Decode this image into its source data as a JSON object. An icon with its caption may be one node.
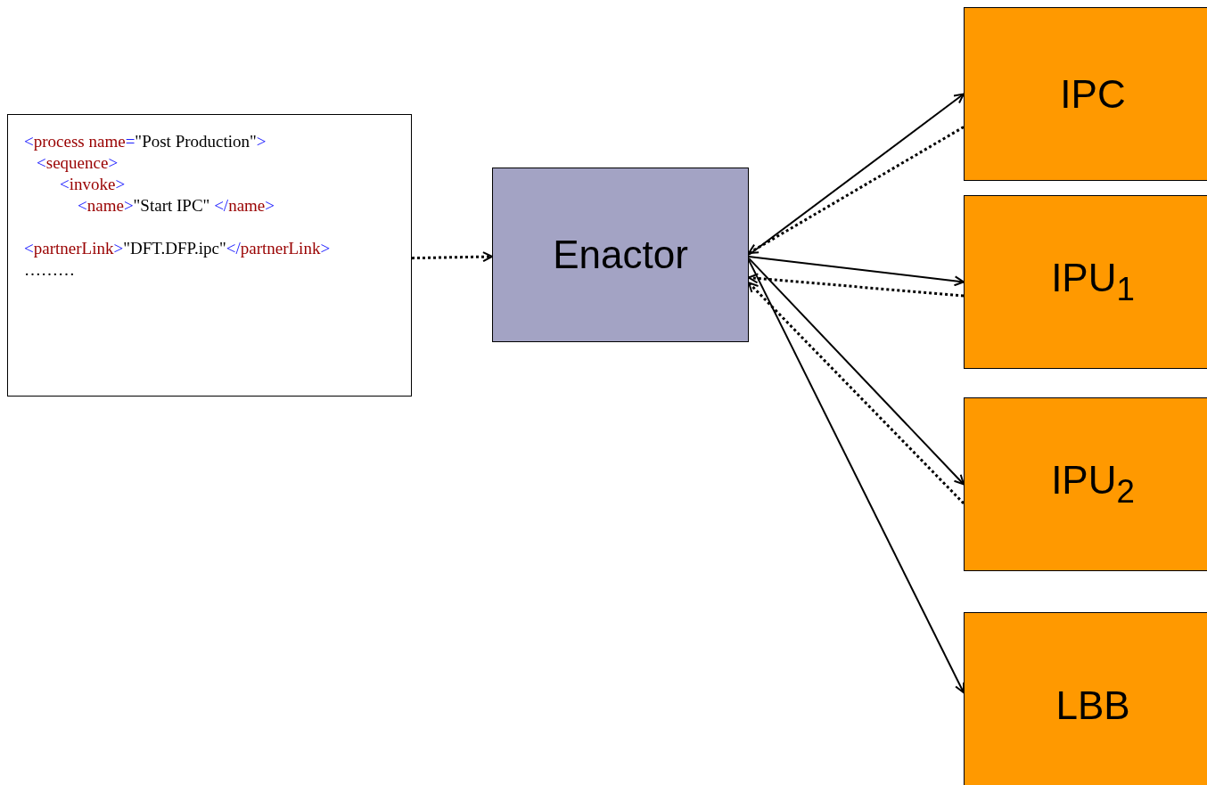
{
  "diagram": {
    "nodes": [
      {
        "text": [
          "<process name=\"Post Production\">",
          "<sequence>",
          "<invoke>",
          "<name>\"Start IPC\" </name>",
          "<partnerLink>\"DFT.DFP.ipc\"</partnerLink>",
          "………"
        ]
      },
      {
        "text": [
          "Enactor"
        ]
      },
      {
        "text": [
          "IPC"
        ]
      },
      {
        "text": [
          "IPU$_{1}$"
        ]
      },
      {
        "text": [
          "IPU$_{2}$"
        ]
      },
      {
        "text": [
          "LBB"
        ]
      }
    ],
    "edges": [
      {
        "from": 0,
        "to": 1,
        "arrow": "to",
        "style": "dashed"
      },
      {
        "from": 1,
        "to": 2,
        "arrow": "to"
      },
      {
        "from": 2,
        "to": 1,
        "arrow": "to",
        "style": "dashed"
      },
      {
        "from": 1,
        "to": 3,
        "arrow": "to"
      },
      {
        "from": 3,
        "to": 1,
        "arrow": "to",
        "style": "dashed"
      },
      {
        "from": 1,
        "to": 4,
        "arrow": "to"
      },
      {
        "from": 4,
        "to": 1,
        "arrow": "to",
        "style": "dashed"
      },
      {
        "from": 1,
        "to": 5,
        "arrow": "to"
      }
    ]
  }
}
